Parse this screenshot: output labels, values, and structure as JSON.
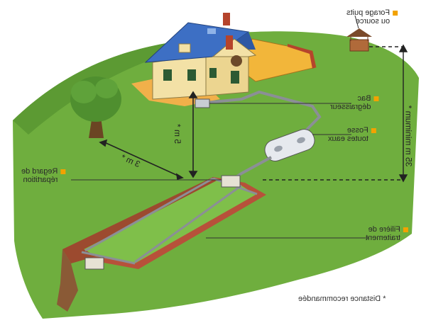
{
  "labels": {
    "forage": [
      "Forage puits",
      "ou source"
    ],
    "bac": [
      "Bac",
      "dégraisseur"
    ],
    "fosse": [
      "Fosse",
      "toutes eaux"
    ],
    "regard": [
      "Regard de",
      "répartition"
    ],
    "filiere": [
      "Filière de",
      "traitement"
    ]
  },
  "distances": {
    "house": "5 m *",
    "tree": "3 m *",
    "well": "35 m minimum *"
  },
  "footnote": "* Distance recommandée",
  "colors": {
    "accent": "#f2a200",
    "grass": "#6fae3e",
    "roof": "#3d6fc4",
    "wall": "#f3e1a6"
  }
}
